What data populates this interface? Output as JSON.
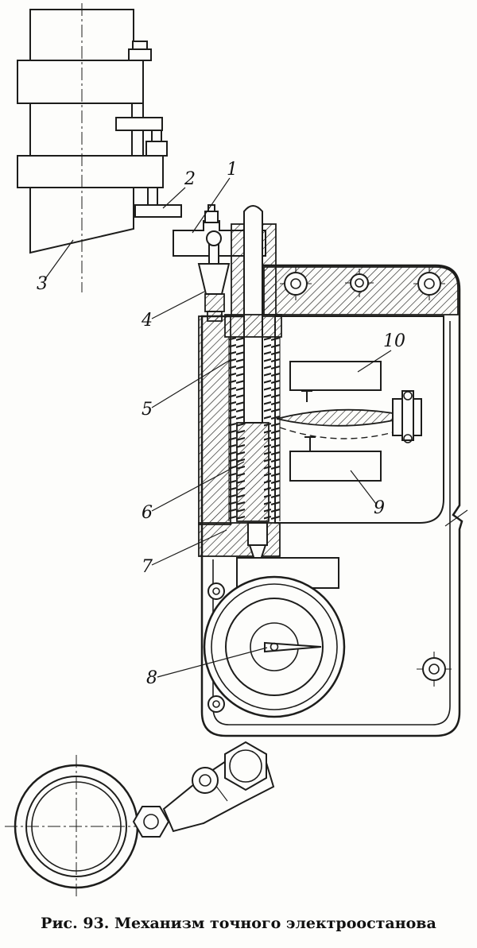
{
  "figure": {
    "caption": "Рис. 93. Механизм точного электроостанова",
    "part_labels": {
      "n1": "1",
      "n2": "2",
      "n3": "3",
      "n4": "4",
      "n5": "5",
      "n6": "6",
      "n7": "7",
      "n8": "8",
      "n9": "9",
      "n10": "10"
    }
  }
}
